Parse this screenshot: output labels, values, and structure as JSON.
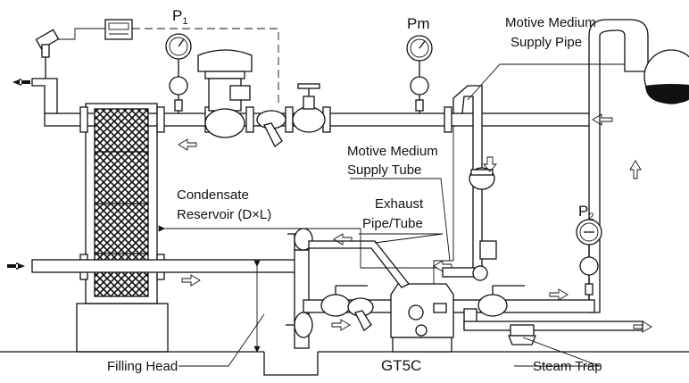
{
  "labels": {
    "p1_main": "P",
    "p1_sub": "1",
    "pm": "Pm",
    "motive_pipe_line1": "Motive Medium",
    "motive_pipe_line2": "Supply Pipe",
    "motive_tube_line1": "Motive Medium",
    "motive_tube_line2": "Supply Tube",
    "condensate_line1": "Condensate",
    "condensate_line2": "Reservoir (D×L)",
    "exhaust_line1": "Exhaust",
    "exhaust_line2": "Pipe/Tube",
    "p2_main": "P",
    "p2_sub": "2",
    "filling_head": "Filling Head",
    "gt5c": "GT5C",
    "steam_trap": "Steam Trap"
  }
}
